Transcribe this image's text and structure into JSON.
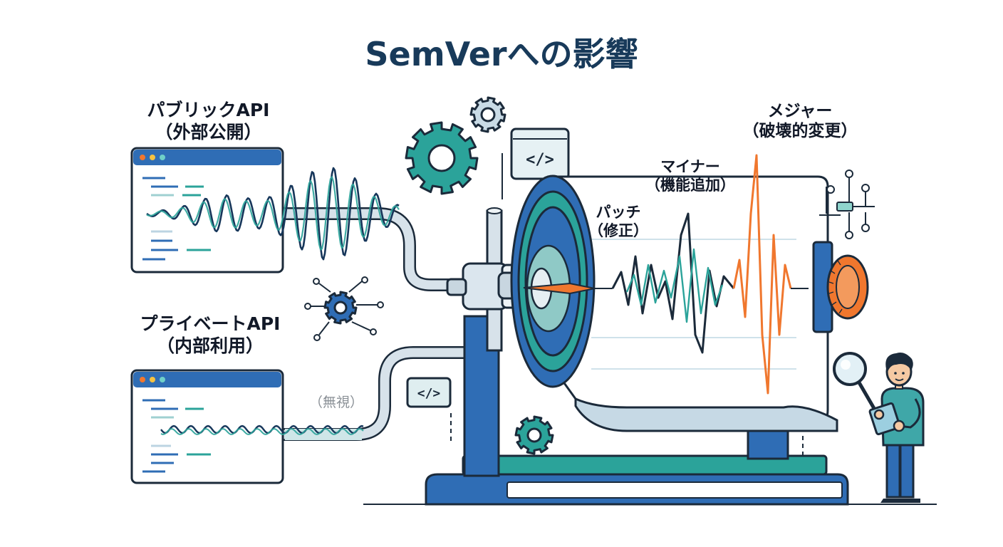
{
  "title": "SemVerへの影響",
  "public_api": {
    "name": "パブリックAPI",
    "sub": "（外部公開）"
  },
  "private_api": {
    "name": "プライベートAPI",
    "sub": "（内部利用）"
  },
  "ignored_label": "（無視）",
  "levels": {
    "patch": {
      "name": "パッチ",
      "sub": "（修正）"
    },
    "minor": {
      "name": "マイナー",
      "sub": "（機能追加）"
    },
    "major": {
      "name": "メジャー",
      "sub": "（破壊的変更）"
    }
  },
  "code_icon": "</>",
  "icons": [
    "gear-icon",
    "code-icon",
    "circuit-icon",
    "magnifier-icon"
  ],
  "colors": {
    "navy": "#16365a",
    "blue": "#2f6db5",
    "teal": "#2ba39a",
    "light_teal": "#bfe0e2",
    "orange": "#f0772e",
    "outline": "#1b2a3a"
  }
}
